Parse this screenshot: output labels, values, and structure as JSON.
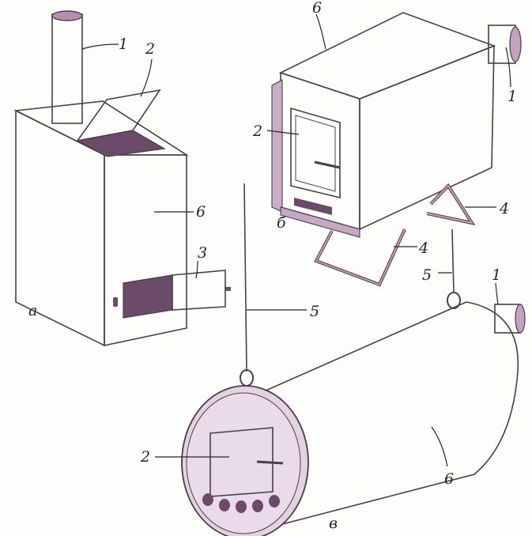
{
  "stove_a": {
    "label_variant": "а",
    "labels": {
      "chimney": "1",
      "lid": "2",
      "firedoor": "3",
      "body": "6"
    }
  },
  "stove_b": {
    "label_variant": "б",
    "labels": {
      "chimney": "1",
      "door": "2",
      "leg_right": "4",
      "leg_bottom": "4",
      "body": "6"
    }
  },
  "stove_v": {
    "label_variant": "в",
    "labels": {
      "chimney": "1",
      "door": "2",
      "rope_left": "5",
      "rope_right": "5",
      "body": "6"
    }
  },
  "colors": {
    "body_light": "#e6d5e3",
    "body_mid": "#cfb6cd",
    "body_dark": "#b99bb8",
    "opening": "#6b4a6a",
    "leg": "#c9a0a6",
    "outline": "#4a3f48"
  }
}
